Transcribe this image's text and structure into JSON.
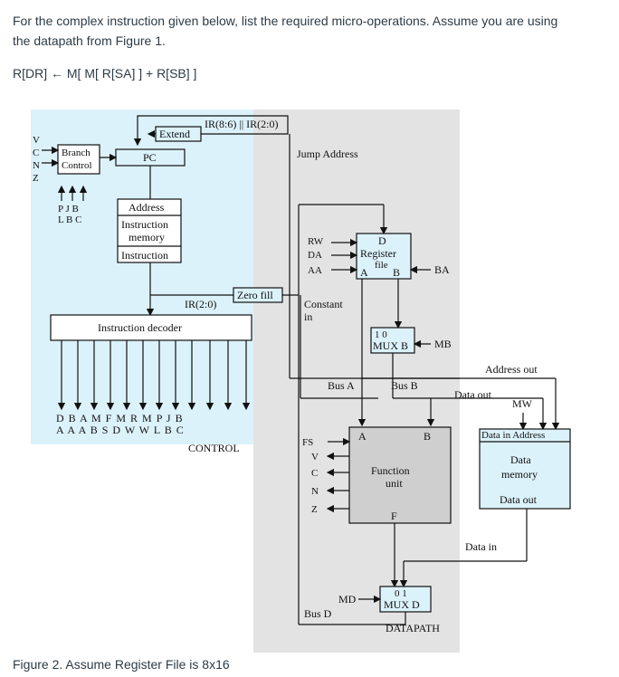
{
  "question": {
    "line1": "For the complex instruction given below, list the required micro-operations. Assume you are using",
    "line2": "the datapath from Figure 1.",
    "instruction": "R[DR] ← M[ M[ R[SA] ] + R[SB] ]"
  },
  "figure": {
    "extend": "Extend",
    "ir_fields": "IR(8:6) || IR(2:0)",
    "pc": "PC",
    "branch": "Branch",
    "control": "Control",
    "flags_left": [
      "V",
      "C",
      "N",
      "Z"
    ],
    "plb_top": "P J B",
    "plb_bottom": "L B C",
    "address": "Address",
    "instruction_memory": [
      "Instruction",
      "memory"
    ],
    "instruction": "Instruction",
    "jump_address": "Jump Address",
    "zero_fill": "Zero fill",
    "ir20": "IR(2:0)",
    "instruction_decoder": "Instruction decoder",
    "ctrl_top": "D B A M F M R M P J B",
    "ctrl_bottom": "A A A B S D W W L B C",
    "control_label": "CONTROL",
    "rw": "RW",
    "da": "DA",
    "aa": "AA",
    "reg_d": "D",
    "register": "Register",
    "file": "file",
    "reg_a": "A",
    "reg_b": "B",
    "ba": "BA",
    "constant": "Constant",
    "in": "in",
    "mux_b_inputs": "1 0",
    "mux_b": "MUX B",
    "mb": "MB",
    "address_out": "Address out",
    "data_out_top": "Data out",
    "mw": "MW",
    "bus_a": "Bus A",
    "bus_b": "Bus B",
    "fu_a": "A",
    "fu_b": "B",
    "fs": "FS",
    "flags_fu": [
      "V",
      "C",
      "N",
      "Z"
    ],
    "function": "Function",
    "unit": "unit",
    "fu_f": "F",
    "data_in_address": "Data in  Address",
    "data": "Data",
    "memory": "memory",
    "data_out": "Data out",
    "data_in": "Data in",
    "mux_d_inputs": "0  1",
    "mux_d": "MUX D",
    "md": "MD",
    "bus_d": "Bus D",
    "datapath": "DATAPATH"
  },
  "caption": "Figure 2. Assume Register File is 8x16",
  "colors": {
    "control_bg": "#dcf2fb",
    "datapath_bg": "#e3e3e4",
    "highlight_box": "#dcf2fb",
    "function_unit": "#cfcfcf",
    "line": "#111111",
    "text": "#2d3b45"
  }
}
